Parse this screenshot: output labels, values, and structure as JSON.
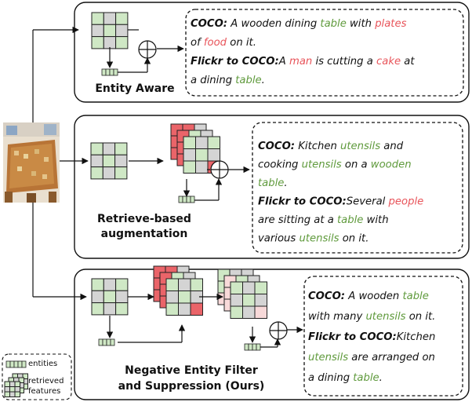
{
  "colors": {
    "cell_green": "#cfe8c5",
    "cell_gray": "#d4d4d4",
    "cell_red": "#ea6469",
    "cell_pink": "#f8d9d9",
    "text_green": "#5f9a3c",
    "text_red": "#e8545a"
  },
  "panels": {
    "entity_aware": {
      "label": "Entity Aware",
      "lines": [
        [
          {
            "t": "COCO:",
            "s": "b"
          },
          {
            "t": " A wooden dining "
          },
          {
            "t": "table",
            "s": "g"
          },
          {
            "t": " with "
          },
          {
            "t": "plates",
            "s": "r"
          }
        ],
        [
          {
            "t": "of "
          },
          {
            "t": "food",
            "s": "r"
          },
          {
            "t": " on it."
          }
        ],
        [
          {
            "t": "Flickr to COCO:",
            "s": "b"
          },
          {
            "t": "A "
          },
          {
            "t": "man",
            "s": "r"
          },
          {
            "t": " is cutting a "
          },
          {
            "t": "cake",
            "s": "r"
          },
          {
            "t": " at"
          }
        ],
        [
          {
            "t": "a dining "
          },
          {
            "t": "table",
            "s": "g"
          },
          {
            "t": "."
          }
        ]
      ]
    },
    "retrieve": {
      "label_line1": "Retrieve-based",
      "label_line2": "augmentation",
      "lines": [
        [
          {
            "t": "COCO:",
            "s": "b"
          },
          {
            "t": " Kitchen "
          },
          {
            "t": "utensils",
            "s": "g"
          },
          {
            "t": " and"
          }
        ],
        [
          {
            "t": "cooking "
          },
          {
            "t": "utensils",
            "s": "g"
          },
          {
            "t": " on a "
          },
          {
            "t": "wooden",
            "s": "g"
          }
        ],
        [
          {
            "t": "table",
            "s": "g"
          },
          {
            "t": "."
          }
        ],
        [
          {
            "t": "Flickr to COCO:",
            "s": "b"
          },
          {
            "t": "Several "
          },
          {
            "t": "people",
            "s": "r"
          }
        ],
        [
          {
            "t": "are sitting at a "
          },
          {
            "t": "table",
            "s": "g"
          },
          {
            "t": " with"
          }
        ],
        [
          {
            "t": "various "
          },
          {
            "t": "utensils",
            "s": "g"
          },
          {
            "t": " on it."
          }
        ]
      ]
    },
    "ours": {
      "label_line1": "Negative Entity Filter",
      "label_line2": "and Suppression (Ours)",
      "lines": [
        [
          {
            "t": "COCO:",
            "s": "b"
          },
          {
            "t": " A wooden "
          },
          {
            "t": "table",
            "s": "g"
          }
        ],
        [
          {
            "t": "with many "
          },
          {
            "t": "utensils",
            "s": "g"
          },
          {
            "t": " on it."
          }
        ],
        [
          {
            "t": "Flickr to COCO:",
            "s": "b"
          },
          {
            "t": "Kitchen"
          }
        ],
        [
          {
            "t": "utensils",
            "s": "g"
          },
          {
            "t": " are arranged on"
          }
        ],
        [
          {
            "t": "a dining "
          },
          {
            "t": "table",
            "s": "g"
          },
          {
            "t": "."
          }
        ]
      ]
    }
  },
  "legend": {
    "entities": "entities",
    "retrieved_line1": "retrieved",
    "retrieved_line2": "features"
  }
}
